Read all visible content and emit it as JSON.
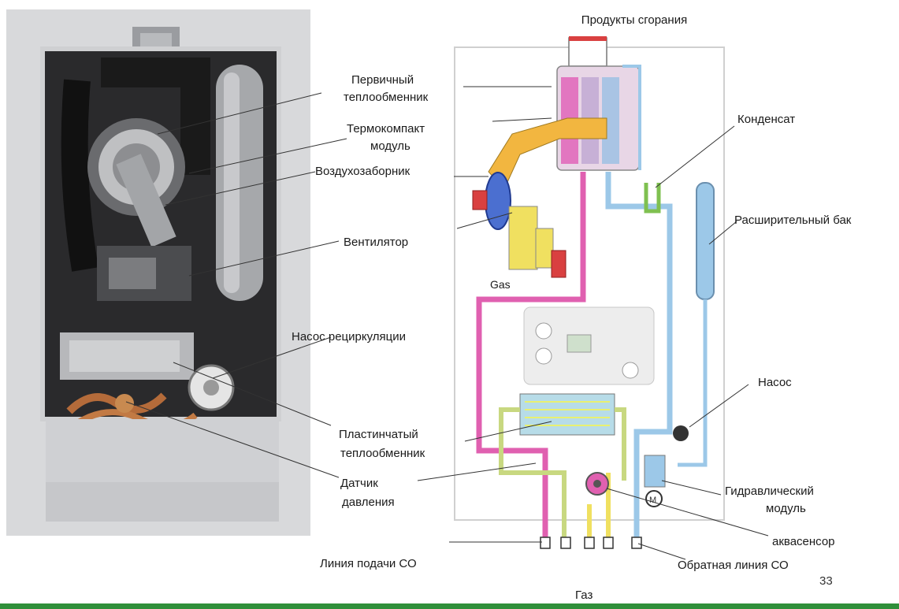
{
  "labels": {
    "combustion_products": "Продукты сгорания",
    "primary_hx_1": "Первичный",
    "primary_hx_2": "теплообменник",
    "thermocompact_1": "Термокомпакт",
    "thermocompact_2": "модуль",
    "air_intake": "Воздухозаборник",
    "fan": "Вентилятор",
    "recirc_pump": "Насос рециркуляции",
    "plate_hx_1": "Пластинчатый",
    "plate_hx_2": "теплообменник",
    "pressure_sensor_1": "Датчик",
    "pressure_sensor_2": "давления",
    "supply_line": "Линия подачи СО",
    "gas": "Газ",
    "gas_valve": "Gas",
    "condensate": "Конденсат",
    "expansion_tank": "Расширительный бак",
    "pump": "Насос",
    "hydraulic_module_1": "Гидравлический",
    "hydraulic_module_2": "модуль",
    "aquasensor": "аквасенсор",
    "return_line": "Обратная линия СО",
    "page_number": "33"
  },
  "colors": {
    "hot_pipe": "#e060b0",
    "cold_pipe": "#9cc8e8",
    "yellow_pipe": "#f0e060",
    "flue_orange": "#f2b640",
    "green_pipe": "#c8d880",
    "accent_green": "#2f8f3a"
  }
}
